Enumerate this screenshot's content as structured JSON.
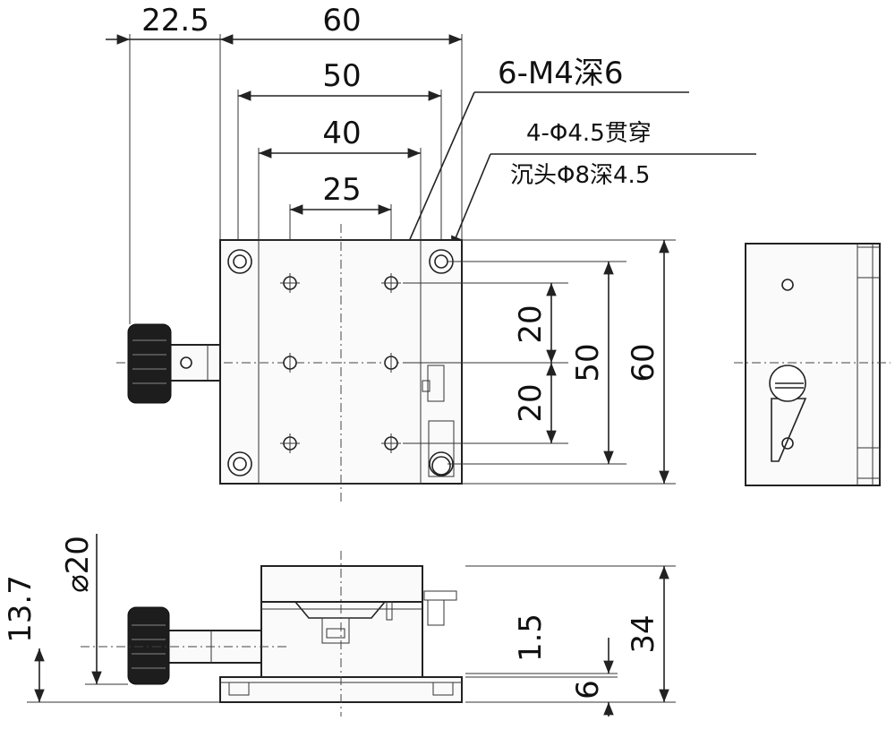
{
  "dimensions": {
    "offset_knob": "22.5",
    "width_total": "60",
    "hole_span_outer": "50",
    "hole_span_mid": "40",
    "hole_span_inner": "25",
    "pitch_upper": "20",
    "pitch_lower": "20",
    "height_mid": "50",
    "height_total": "60",
    "knob_height": "13.7",
    "knob_diameter": "⌀20",
    "gap": "1.5",
    "base_thickness": "6",
    "stage_height": "34"
  },
  "notes": {
    "tapped_holes": "6-M4深6",
    "through_holes": "4-Φ4.5贯穿",
    "counterbore": "沉头Φ8深4.5"
  },
  "colors": {
    "line": "#222222",
    "knob": "#1d1d1d",
    "background": "#ffffff"
  }
}
